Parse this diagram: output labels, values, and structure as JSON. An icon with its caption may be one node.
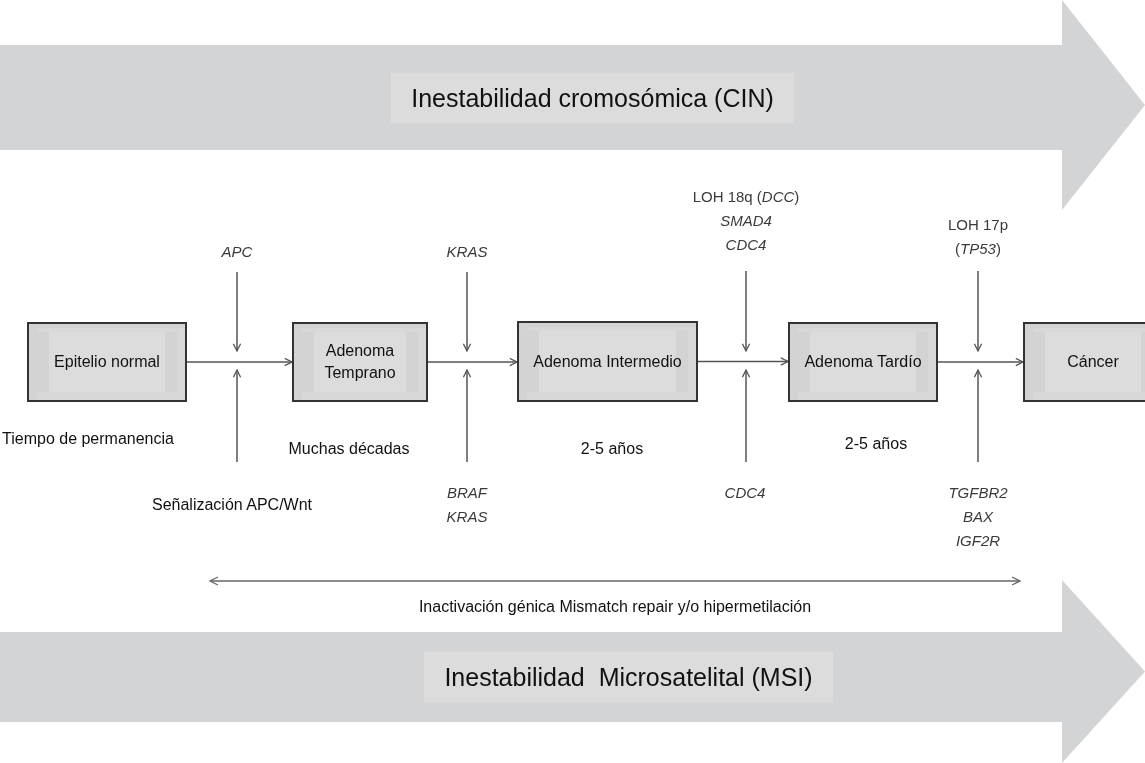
{
  "diagram": {
    "nodes": [
      {
        "text": [
          "Inestabilidad cromosómica (CIN)"
        ]
      },
      {
        "text": [
          "Epitelio normal"
        ]
      },
      {
        "text": [
          "Adenoma Temprano"
        ]
      },
      {
        "text": [
          "Adenoma Intermedio"
        ]
      },
      {
        "text": [
          "Adenoma Tardío"
        ]
      },
      {
        "text": [
          "Cáncer"
        ]
      },
      {
        "text": [
          "APC"
        ]
      },
      {
        "text": [
          "KRAS"
        ]
      },
      {
        "text": [
          "LOH 18q (*DCC*)",
          "SMAD4",
          "CDC4"
        ]
      },
      {
        "text": [
          "LOH 17p (*TP53*)"
        ]
      },
      {
        "text": [
          "Señalización APC/Wnt"
        ]
      },
      {
        "text": [
          "BRAF",
          "KRAS"
        ]
      },
      {
        "text": [
          "CDC4"
        ]
      },
      {
        "text": [
          "TGFBR2",
          "BAX",
          "IGF2R"
        ]
      },
      {
        "text": [
          "Inestabilidad  Microsatelital (MSI)"
        ]
      }
    ],
    "edges": [
      {
        "from": 1,
        "to": 2,
        "arrow": "to"
      },
      {
        "from": 2,
        "to": 3,
        "arrow": "to"
      },
      {
        "from": 3,
        "to": 4,
        "arrow": "to"
      },
      {
        "from": 4,
        "to": 5,
        "arrow": "to"
      },
      {
        "from": 6,
        "to": null,
        "arrow": "to"
      },
      {
        "from": 10,
        "to": null,
        "arrow": "to"
      },
      {
        "from": 7,
        "to": null,
        "arrow": "to"
      },
      {
        "from": 11,
        "to": null,
        "arrow": "to"
      },
      {
        "from": 8,
        "to": null,
        "arrow": "to"
      },
      {
        "from": 12,
        "to": null,
        "arrow": "to"
      },
      {
        "from": 9,
        "to": null,
        "arrow": "to"
      },
      {
        "from": 13,
        "to": null,
        "arrow": "to"
      }
    ],
    "labels": [
      "Tiempo de permanencia",
      "Muchas décadas",
      "2-5 años",
      "2-5 años",
      "Inactivación génica Mismatch repair y/o hipermetilación"
    ]
  }
}
